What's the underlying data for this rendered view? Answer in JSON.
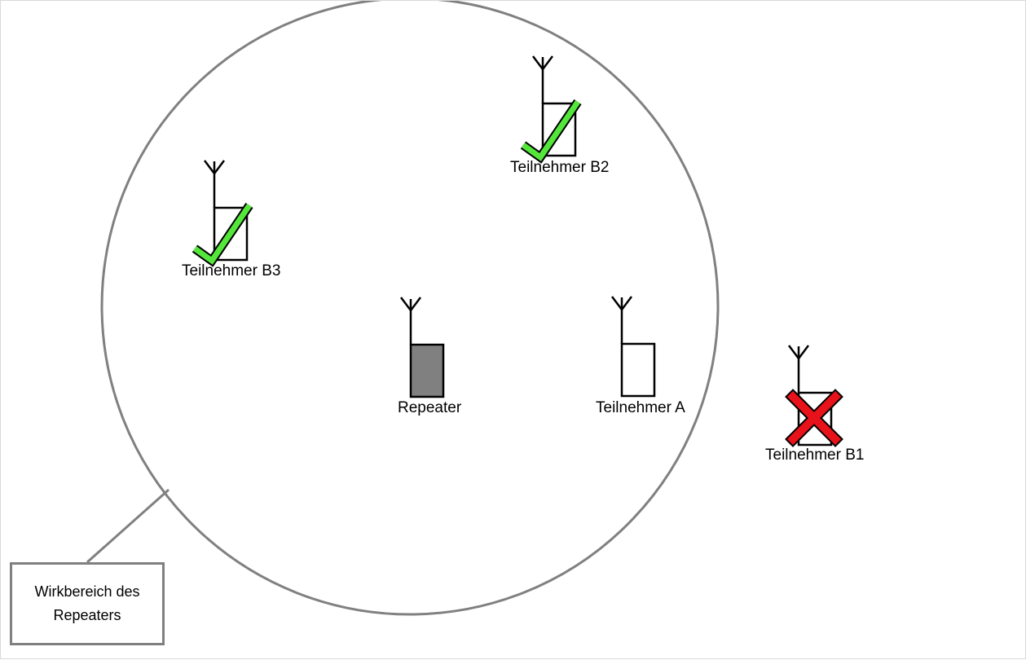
{
  "coverage": {
    "label": "Wirkbereich des Repeaters",
    "stroke_color": "#808080"
  },
  "devices": [
    {
      "id": "repeater",
      "label": "Repeater",
      "fill": "#808080",
      "status": "none"
    },
    {
      "id": "a",
      "label": "Teilnehmer A",
      "fill": "#ffffff",
      "status": "none"
    },
    {
      "id": "b1",
      "label": "Teilnehmer B1",
      "fill": "#ffffff",
      "status": "out-of-range"
    },
    {
      "id": "b2",
      "label": "Teilnehmer B2",
      "fill": "#ffffff",
      "status": "reachable"
    },
    {
      "id": "b3",
      "label": "Teilnehmer B3",
      "fill": "#ffffff",
      "status": "reachable"
    }
  ],
  "colors": {
    "check": "#55e63c",
    "cross": "#e8121a",
    "outline": "#000000"
  }
}
